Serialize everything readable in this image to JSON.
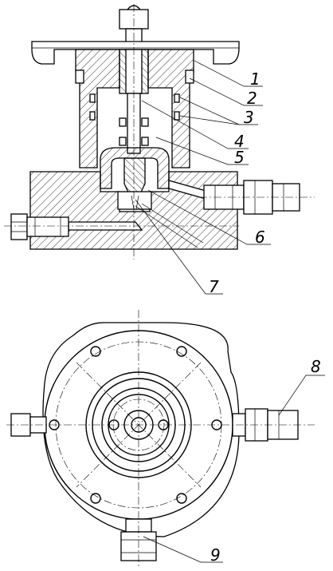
{
  "callouts": [
    {
      "id": "c1",
      "text": "1"
    },
    {
      "id": "c2",
      "text": "2"
    },
    {
      "id": "c3",
      "text": "3"
    },
    {
      "id": "c4",
      "text": "4"
    },
    {
      "id": "c5",
      "text": "5"
    },
    {
      "id": "c6",
      "text": "6"
    },
    {
      "id": "c7",
      "text": "7"
    },
    {
      "id": "c8",
      "text": "8"
    },
    {
      "id": "c9",
      "text": "9"
    }
  ]
}
